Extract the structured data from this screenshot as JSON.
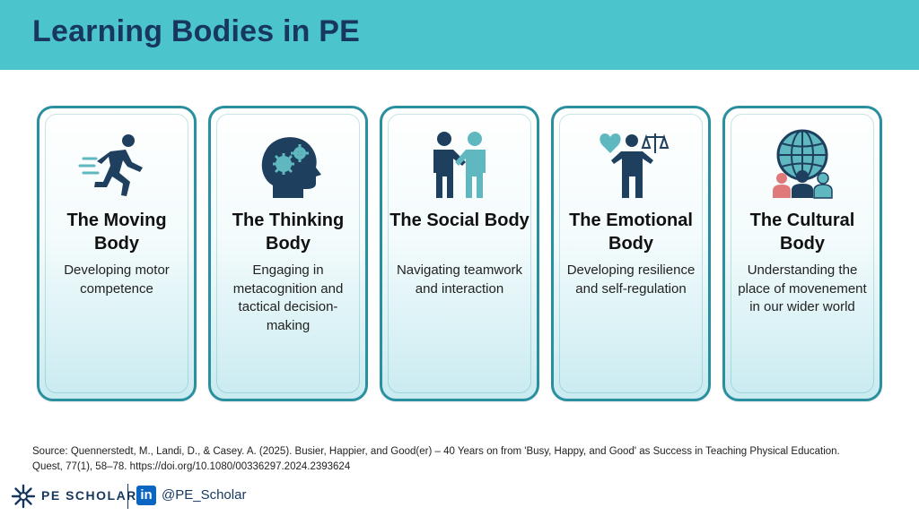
{
  "title": "Learning Bodies in PE",
  "cards": [
    {
      "title": "The Moving Body",
      "description": "Developing motor competence",
      "icon": "running-person-icon"
    },
    {
      "title": "The Thinking Body",
      "description": "Engaging in metacognition and tactical decision-making",
      "icon": "head-gears-icon"
    },
    {
      "title": "The Social Body",
      "description": "Navigating teamwork and interaction",
      "icon": "handshake-icon"
    },
    {
      "title": "The Emotional Body",
      "description": "Developing resilience and self-regulation",
      "icon": "heart-scale-icon"
    },
    {
      "title": "The Cultural Body",
      "description": "Understanding the place of movenement in our wider world",
      "icon": "globe-people-icon"
    }
  ],
  "source": {
    "line1": "Source: Quennerstedt, M., Landi, D., & Casey. A. (2025). Busier, Happier, and Good(er) – 40 Years on from 'Busy, Happy, and Good' as Success in Teaching Physical Education.",
    "line2": "Quest, 77(1), 58–78. https://doi.org/10.1080/00336297.2024.2393624"
  },
  "footer": {
    "logo_text": "PE SCHOLAR",
    "linkedin_label": "in",
    "handle": "@PE_Scholar"
  },
  "colors": {
    "header": "#4cc4cb",
    "title": "#17375e",
    "card_border": "#2a8f9e",
    "icon_dark": "#1f3f5f",
    "icon_teal": "#5fb8bf"
  }
}
